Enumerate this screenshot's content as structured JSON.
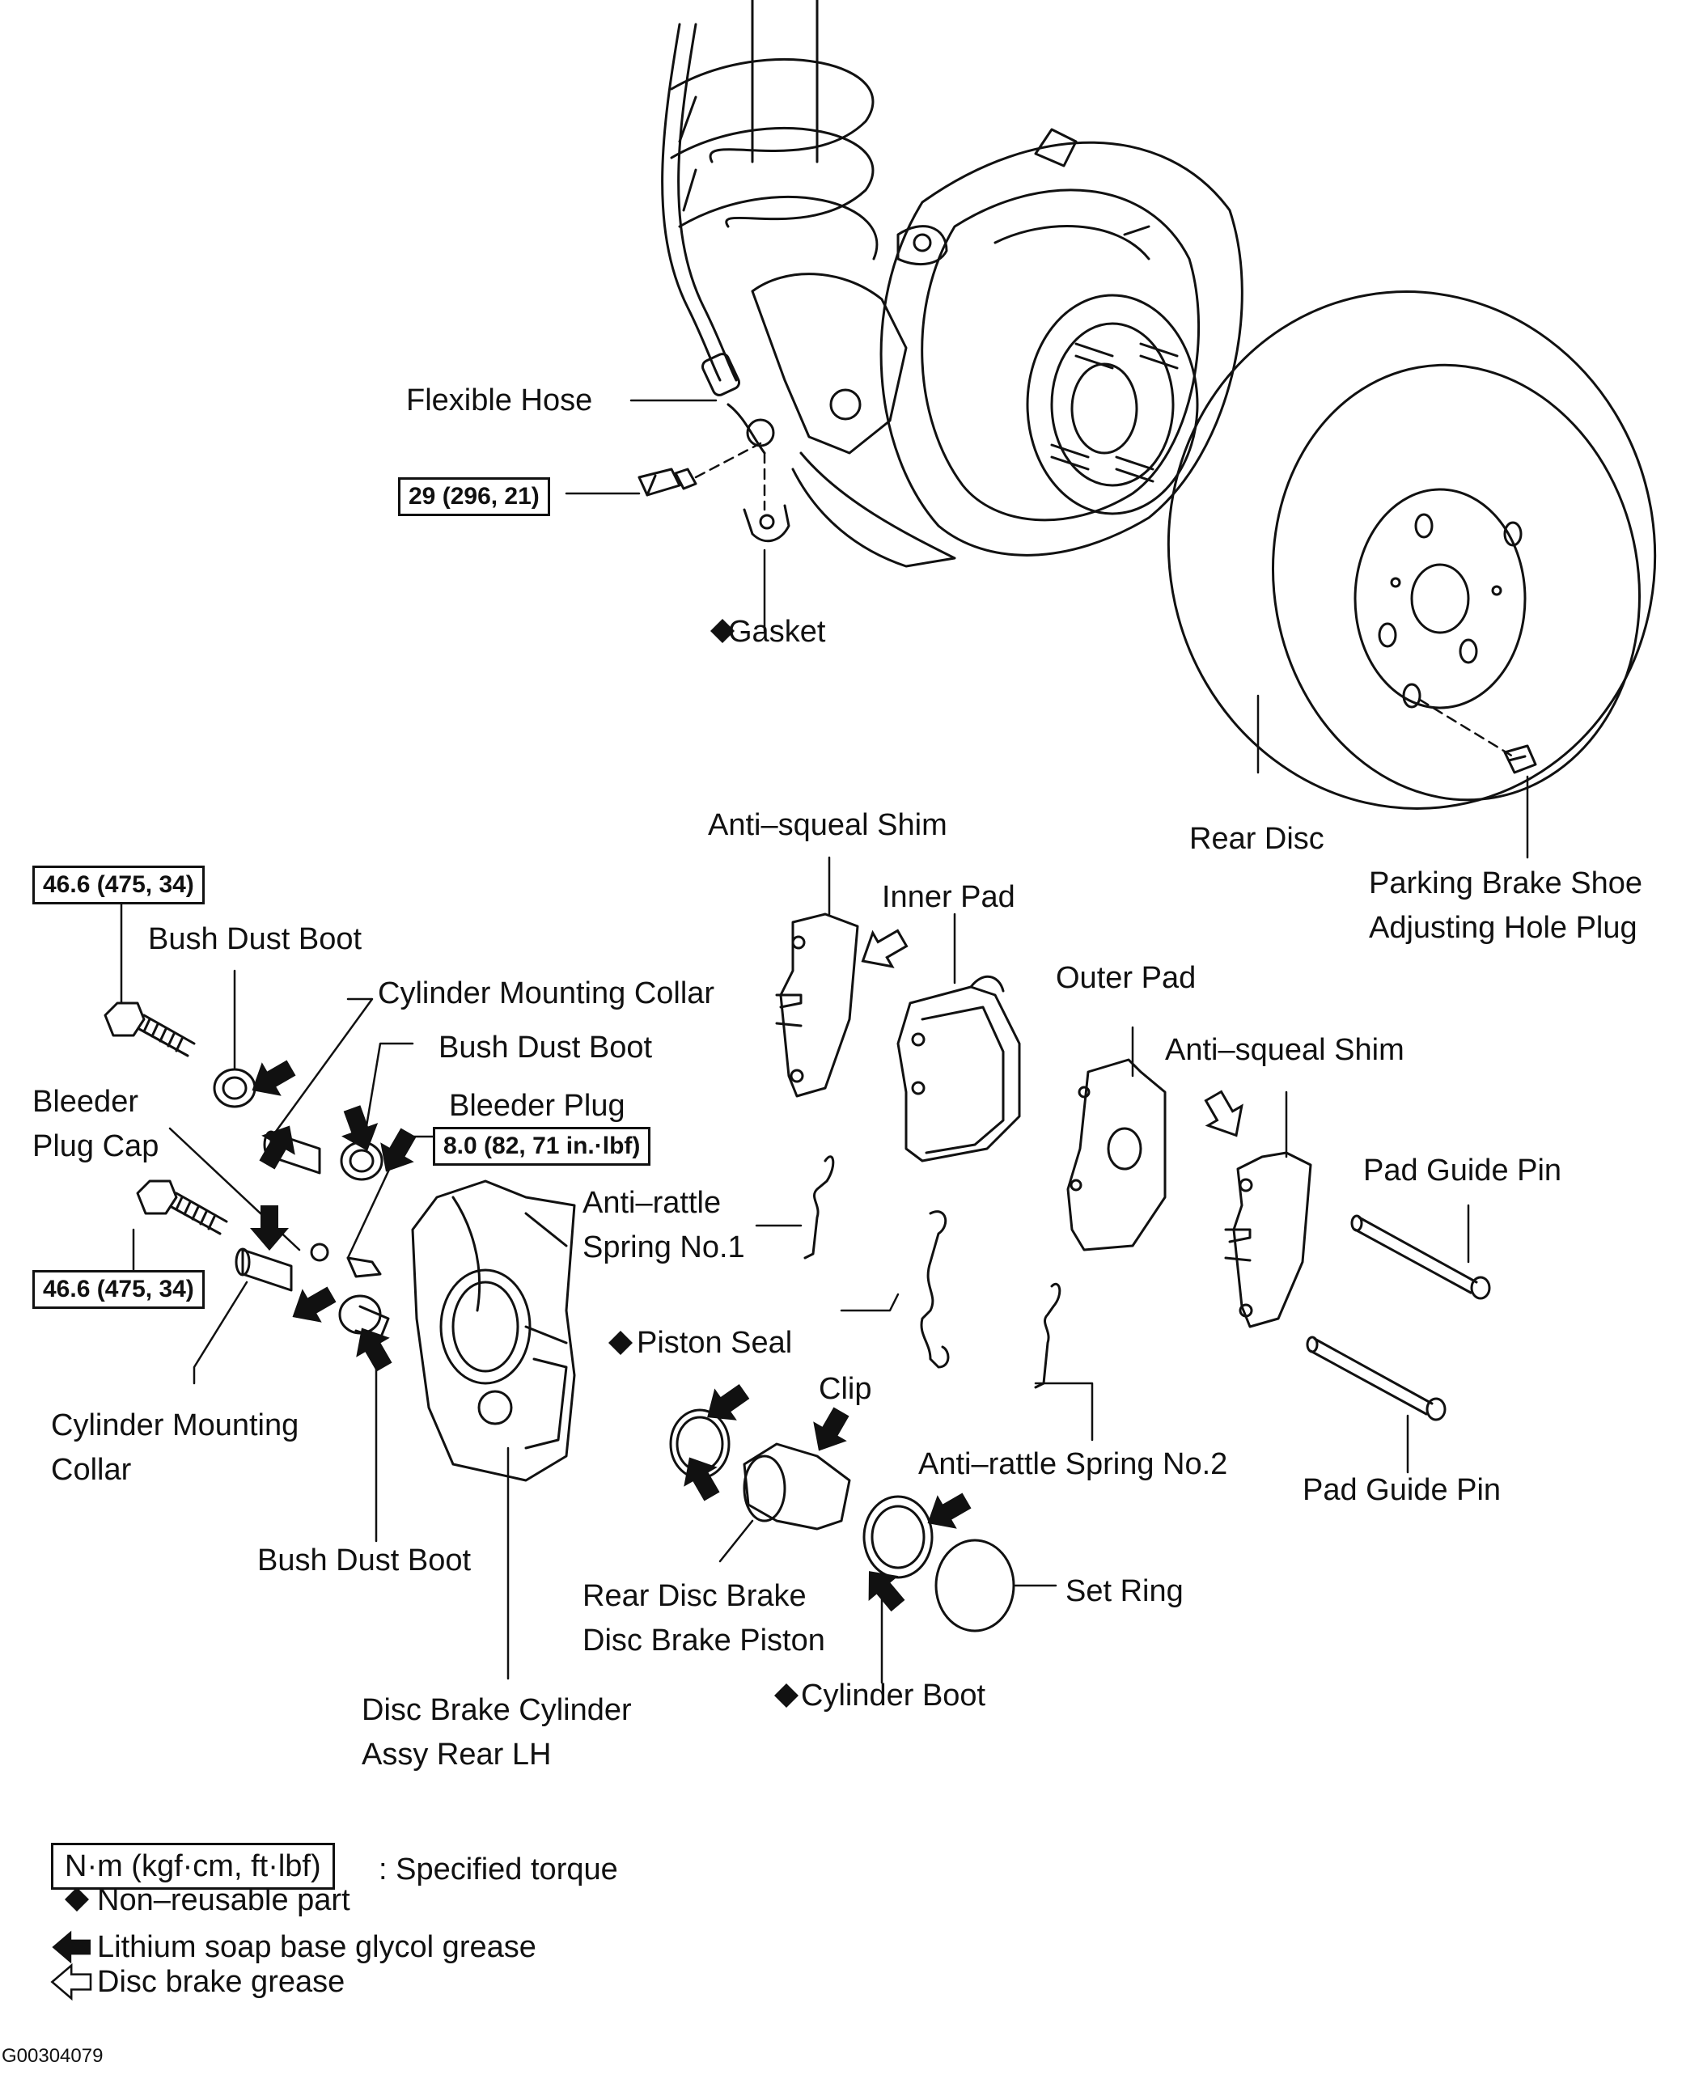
{
  "labels": {
    "flexible_hose": "Flexible Hose",
    "gasket": "Gasket",
    "rear_disc": "Rear Disc",
    "parking_plug_1": "Parking Brake Shoe",
    "parking_plug_2": "Adjusting Hole Plug",
    "shim_inner": "Anti–squeal Shim",
    "inner_pad": "Inner Pad",
    "outer_pad": "Outer Pad",
    "shim_outer": "Anti–squeal Shim",
    "pad_guide_pin_top": "Pad Guide Pin",
    "pad_guide_pin_bottom": "Pad Guide Pin",
    "bush_dust_boot_1": "Bush Dust Boot",
    "cylinder_mounting_collar_1": "Cylinder Mounting Collar",
    "bush_dust_boot_2": "Bush Dust Boot",
    "bleeder_1": "Bleeder",
    "bleeder_2": "Plug Cap",
    "bleeder_plug": "Bleeder Plug",
    "anti_rattle_1a": "Anti–rattle",
    "anti_rattle_1b": "Spring No.1",
    "piston_seal": "Piston Seal",
    "clip": "Clip",
    "anti_rattle_2": "Anti–rattle Spring No.2",
    "cylinder_mounting_collar_2a": "Cylinder Mounting",
    "cylinder_mounting_collar_2b": "Collar",
    "bush_dust_boot_3": "Bush Dust Boot",
    "rear_disc_brake_piston_a": "Rear Disc Brake",
    "rear_disc_brake_piston_b": "Disc Brake Piston",
    "set_ring": "Set Ring",
    "cylinder_boot": "Cylinder Boot",
    "cylinder_assy_a": "Disc Brake Cylinder",
    "cylinder_assy_b": "Assy Rear LH"
  },
  "torques": {
    "hose_bolt": "29 (296, 21)",
    "upper_bolt": "46.6 (475, 34)",
    "lower_bolt": "46.6 (475, 34)",
    "bleeder": "8.0 (82, 71 in.·lbf)"
  },
  "legend": {
    "torque_box": "N·m (kgf·cm, ft·lbf)",
    "torque_text": ": Specified torque",
    "nonreusable": "Non–reusable part",
    "lithium": "Lithium soap base glycol grease",
    "disc_grease": "Disc brake grease"
  },
  "code": "G00304079",
  "icons": {
    "nonreusable": "solid-diamond-icon",
    "lithium": "solid-arrow-icon",
    "disc_grease": "hollow-arrow-icon"
  },
  "colors": {
    "ink": "#111111",
    "paper": "#ffffff"
  }
}
